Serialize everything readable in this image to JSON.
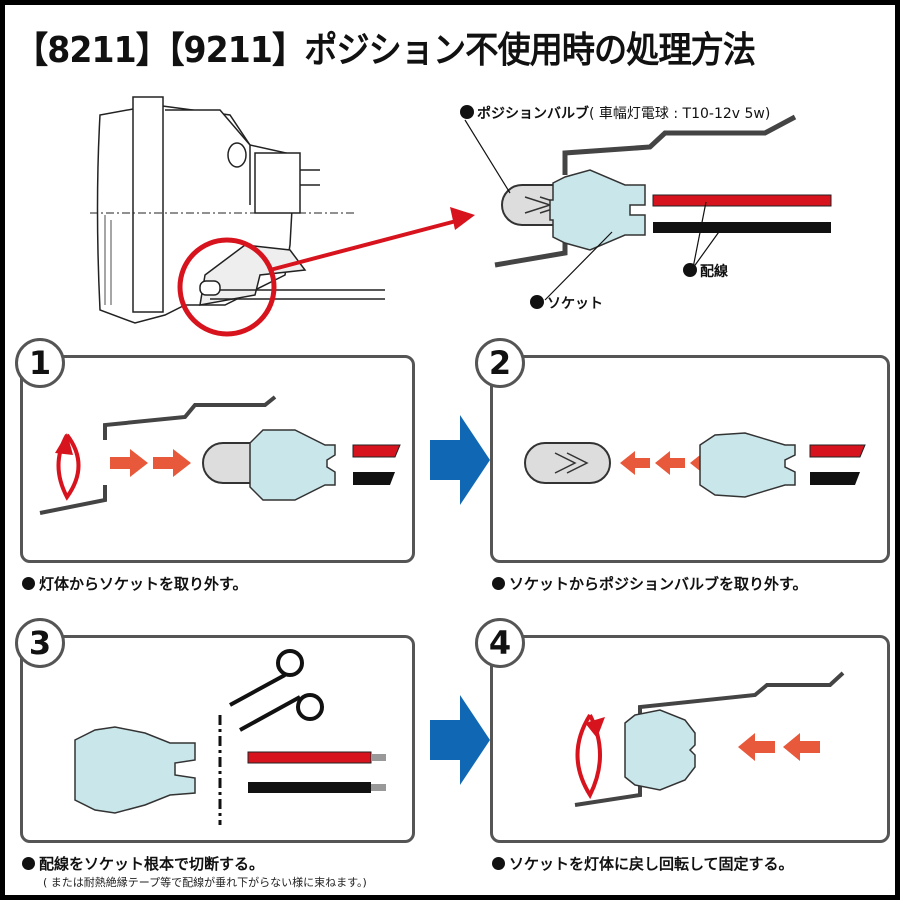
{
  "title": "【8211】【9211】ポジション不使用時の処理方法",
  "overview": {
    "labels": {
      "bulb": "ポジションバルブ",
      "bulb_spec": "( 車幅灯電球 : T10-12v 5w)",
      "wiring": "配線",
      "socket": "ソケット"
    }
  },
  "steps": [
    {
      "number": "1",
      "caption": "灯体からソケットを取り外す。"
    },
    {
      "number": "2",
      "caption": "ソケットからポジションバルブを取り外す。"
    },
    {
      "number": "3",
      "caption": "配線をソケット根本で切断する。",
      "subcaption": "( または耐熱絶縁テープ等で配線が垂れ下がらない様に束ねます。)"
    },
    {
      "number": "4",
      "caption": "ソケットを灯体に戻し回転して固定する。"
    }
  ],
  "colors": {
    "accent_red": "#d7141e",
    "arrow_blue": "#1068b4",
    "wire_red": "#d7141e",
    "wire_black": "#111111",
    "socket_fill": "#c9e6ea",
    "frame_gray": "#555555"
  }
}
